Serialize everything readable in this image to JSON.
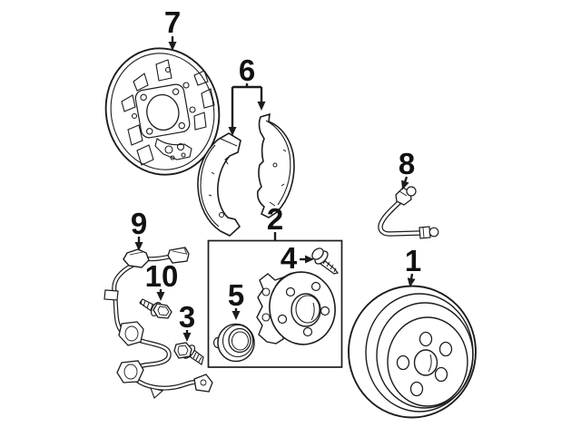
{
  "canvas": {
    "background": "#ffffff",
    "line_color": "#1c1c1c",
    "label_color": "#111111"
  },
  "diagram": {
    "kind": "exploded-parts-line-drawing",
    "subject": "rear drum brake and hub components"
  },
  "callouts": [
    {
      "label": "1",
      "part": "brake-drum"
    },
    {
      "label": "2",
      "part": "hub-and-bearing-assembly"
    },
    {
      "label": "3",
      "part": "hub-mount-bolt"
    },
    {
      "label": "4",
      "part": "hub-screw"
    },
    {
      "label": "5",
      "part": "grease-seal"
    },
    {
      "label": "6",
      "part": "brake-shoe-set"
    },
    {
      "label": "7",
      "part": "brake-backing-plate"
    },
    {
      "label": "8",
      "part": "brake-hose"
    },
    {
      "label": "9",
      "part": "abs-speed-sensor-harness"
    },
    {
      "label": "10",
      "part": "sensor-mount-bolt"
    }
  ]
}
